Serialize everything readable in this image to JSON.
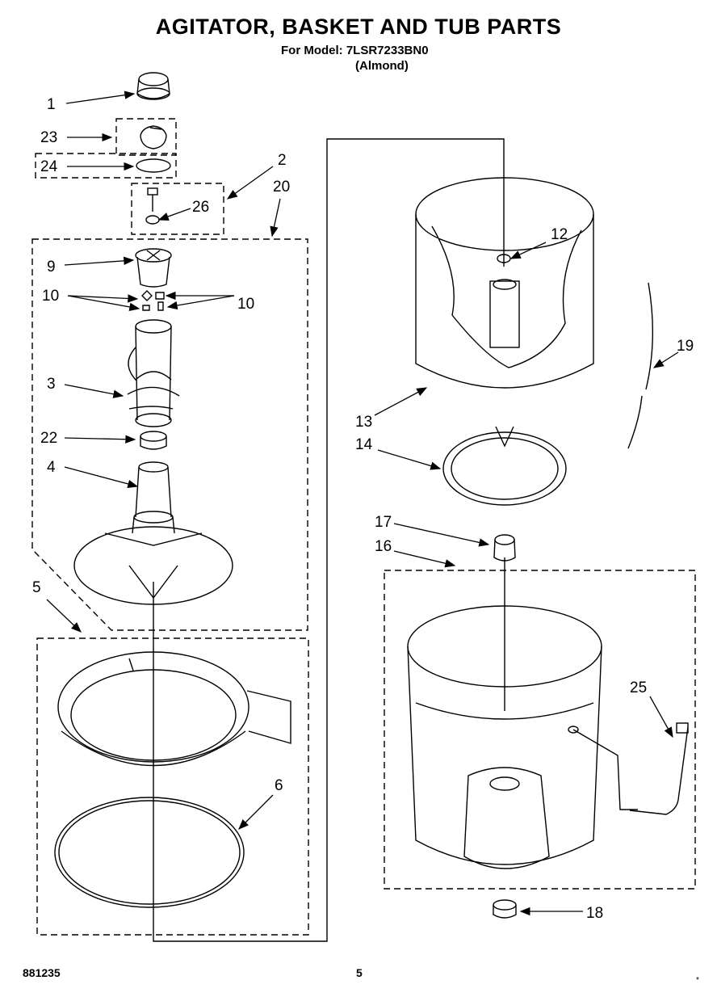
{
  "header": {
    "title": "AGITATOR, BASKET AND TUB PARTS",
    "model_line": "For Model: 7LSR7233BN0",
    "color_line": "(Almond)"
  },
  "callouts": {
    "c1": "1",
    "c23": "23",
    "c24": "24",
    "c2": "2",
    "c20": "20",
    "c26": "26",
    "c9": "9",
    "c10a": "10",
    "c10b": "10",
    "c3": "3",
    "c22": "22",
    "c4": "4",
    "c5": "5",
    "c6": "6",
    "c12": "12",
    "c19": "19",
    "c13": "13",
    "c14": "14",
    "c17": "17",
    "c16": "16",
    "c25": "25",
    "c18": "18"
  },
  "footer": {
    "doc_number": "881235",
    "page_number": "5",
    "mark": "*"
  }
}
